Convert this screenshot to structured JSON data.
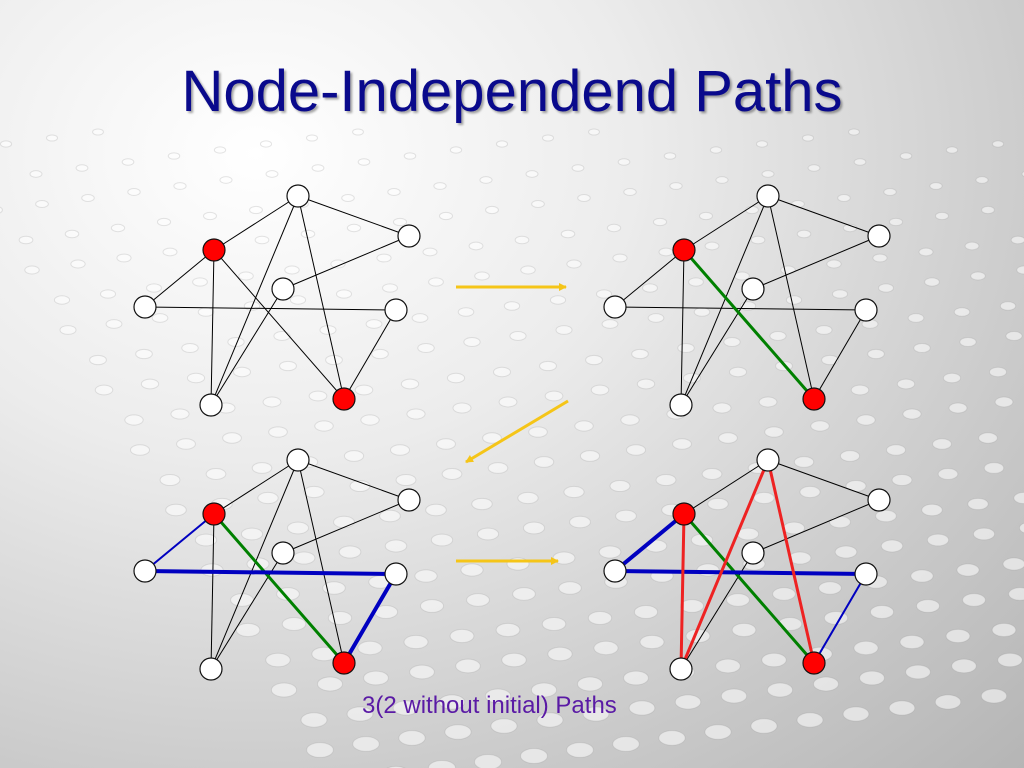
{
  "slide": {
    "title": "Node-Independend Paths",
    "caption": "3(2 without initial) Paths"
  },
  "colors": {
    "title": "#0a0a8c",
    "caption": "#5a1aa5",
    "terminal_node": "#ff0000",
    "plain_node": "#ffffff",
    "edge_default": "#000000",
    "path_green": "#008000",
    "path_blue": "#0000c0",
    "path_red": "#ee2222",
    "arrow": "#f5c518"
  },
  "graph": {
    "nodes": [
      {
        "id": "top",
        "terminal": false
      },
      {
        "id": "upper-left",
        "terminal": true
      },
      {
        "id": "upper-right",
        "terminal": false
      },
      {
        "id": "center",
        "terminal": false
      },
      {
        "id": "left",
        "terminal": false
      },
      {
        "id": "right",
        "terminal": false
      },
      {
        "id": "bottom-left",
        "terminal": false
      },
      {
        "id": "bottom-right",
        "terminal": true
      }
    ],
    "edges": [
      [
        "upper-left",
        "top"
      ],
      [
        "top",
        "upper-right"
      ],
      [
        "upper-left",
        "left"
      ],
      [
        "upper-left",
        "bottom-left"
      ],
      [
        "upper-left",
        "bottom-right"
      ],
      [
        "left",
        "right"
      ],
      [
        "top",
        "bottom-left"
      ],
      [
        "top",
        "bottom-right"
      ],
      [
        "center",
        "upper-right"
      ],
      [
        "center",
        "bottom-left"
      ],
      [
        "right",
        "bottom-right"
      ]
    ]
  },
  "panels": [
    {
      "step": 1,
      "highlights": []
    },
    {
      "step": 2,
      "highlights": [
        {
          "from": "upper-left",
          "to": "bottom-right",
          "color": "green"
        }
      ]
    },
    {
      "step": 3,
      "highlights": [
        {
          "from": "upper-left",
          "to": "bottom-right",
          "color": "green"
        },
        {
          "from": "upper-left",
          "to": "left",
          "color": "blue",
          "weight": "thin"
        },
        {
          "from": "left",
          "to": "right",
          "color": "blue",
          "weight": "thick"
        },
        {
          "from": "right",
          "to": "bottom-right",
          "color": "blue",
          "weight": "thick"
        }
      ]
    },
    {
      "step": 4,
      "highlights": [
        {
          "from": "upper-left",
          "to": "bottom-right",
          "color": "green"
        },
        {
          "from": "upper-left",
          "to": "left",
          "color": "blue",
          "weight": "thick"
        },
        {
          "from": "left",
          "to": "right",
          "color": "blue",
          "weight": "thick"
        },
        {
          "from": "right",
          "to": "bottom-right",
          "color": "blue",
          "weight": "thin"
        },
        {
          "from": "upper-left",
          "to": "bottom-left",
          "color": "red"
        },
        {
          "from": "bottom-left",
          "to": "top",
          "color": "red"
        },
        {
          "from": "top",
          "to": "bottom-right",
          "color": "red"
        }
      ]
    }
  ],
  "arrows": [
    {
      "from_step": 1,
      "to_step": 2
    },
    {
      "from_step": 2,
      "to_step": 3
    },
    {
      "from_step": 3,
      "to_step": 4
    }
  ]
}
